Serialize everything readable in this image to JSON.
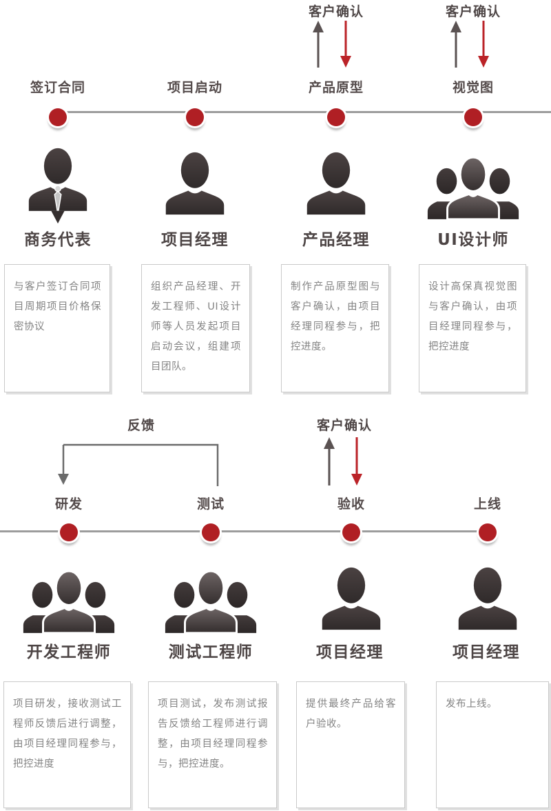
{
  "palette": {
    "dot_red": "#b01f24",
    "arrow_red": "#bb2328",
    "arrow_gray": "#5a5252",
    "heading_text": "#4d4545",
    "body_text": "#838383",
    "timeline_line": "#9c9c9c"
  },
  "sections": [
    {
      "name": "top-row",
      "stages": [
        {
          "label": "签订合同",
          "role": "商务代表",
          "icon": "person-tie-icon",
          "desc": "与客户签订合同项目周期项目价格保密协议"
        },
        {
          "label": "项目启动",
          "role": "项目经理",
          "icon": "person-icon",
          "desc": "组织产品经理、开发工程师、UI设计师等人员发起项目启动会议，组建项目团队。"
        },
        {
          "label": "产品原型",
          "role": "产品经理",
          "icon": "person-icon",
          "confirm_label": "客户确认",
          "desc": "制作产品原型图与客户确认，由项目经理同程参与，把控进度。"
        },
        {
          "label": "视觉图",
          "role": "UI设计师",
          "icon": "group-icon",
          "confirm_label": "客户确认",
          "desc": "设计高保真视觉图与客户确认，由项目经理同程参与，把控进度"
        }
      ]
    },
    {
      "name": "bottom-row",
      "feedback_label": "反馈",
      "stages": [
        {
          "label": "研发",
          "role": "开发工程师",
          "icon": "group-icon",
          "desc": "项目研发，接收测试工程师反馈后进行调整，由项目经理同程参与，把控进度"
        },
        {
          "label": "测试",
          "role": "测试工程师",
          "icon": "group-icon",
          "desc": "项目测试，发布测试报告反馈给工程师进行调整，由项目经理同程参与，把控进度。"
        },
        {
          "label": "验收",
          "role": "项目经理",
          "icon": "person-icon",
          "confirm_label": "客户确认",
          "desc": "提供最终产品给客户验收。"
        },
        {
          "label": "上线",
          "role": "项目经理",
          "icon": "person-icon",
          "desc": "发布上线。"
        }
      ]
    }
  ]
}
